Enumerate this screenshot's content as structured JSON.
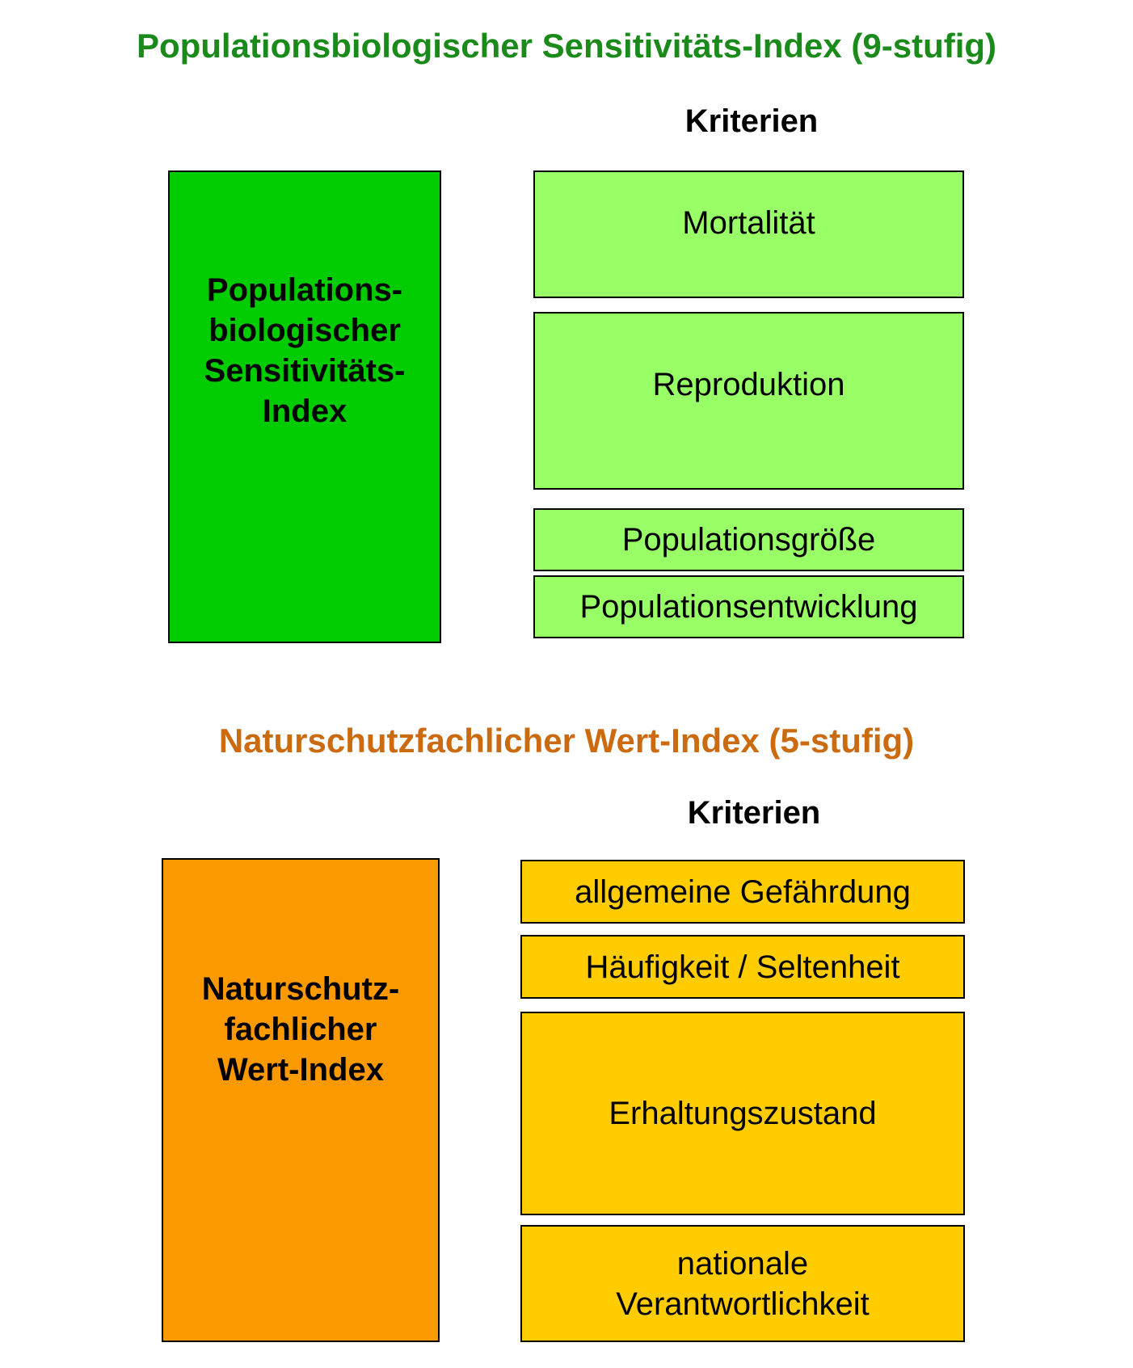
{
  "section1": {
    "title": "Populationsbiologischer Sensitivitäts-Index (9-stufig)",
    "criteria_heading": "Kriterien",
    "index_box_label": "Populations-\nbiologischer\nSensitivitäts-\nIndex",
    "criteria": [
      "Mortalität",
      "Reproduktion",
      "Populationsgröße",
      "Populationsentwicklung"
    ],
    "colors": {
      "title": "#1a8a1a",
      "index_box": "#00cc00",
      "criteria_box": "#99ff66"
    }
  },
  "section2": {
    "title": "Naturschutzfachlicher Wert-Index (5-stufig)",
    "criteria_heading": "Kriterien",
    "index_box_label": "Naturschutz-\nfachlicher\nWert-Index",
    "criteria": [
      "allgemeine Gefährdung",
      "Häufigkeit / Seltenheit",
      "Erhaltungszustand",
      "nationale\nVerantwortlichkeit"
    ],
    "colors": {
      "title": "#cc6a10",
      "index_box": "#fa9a00",
      "criteria_box": "#ffcc00"
    }
  }
}
